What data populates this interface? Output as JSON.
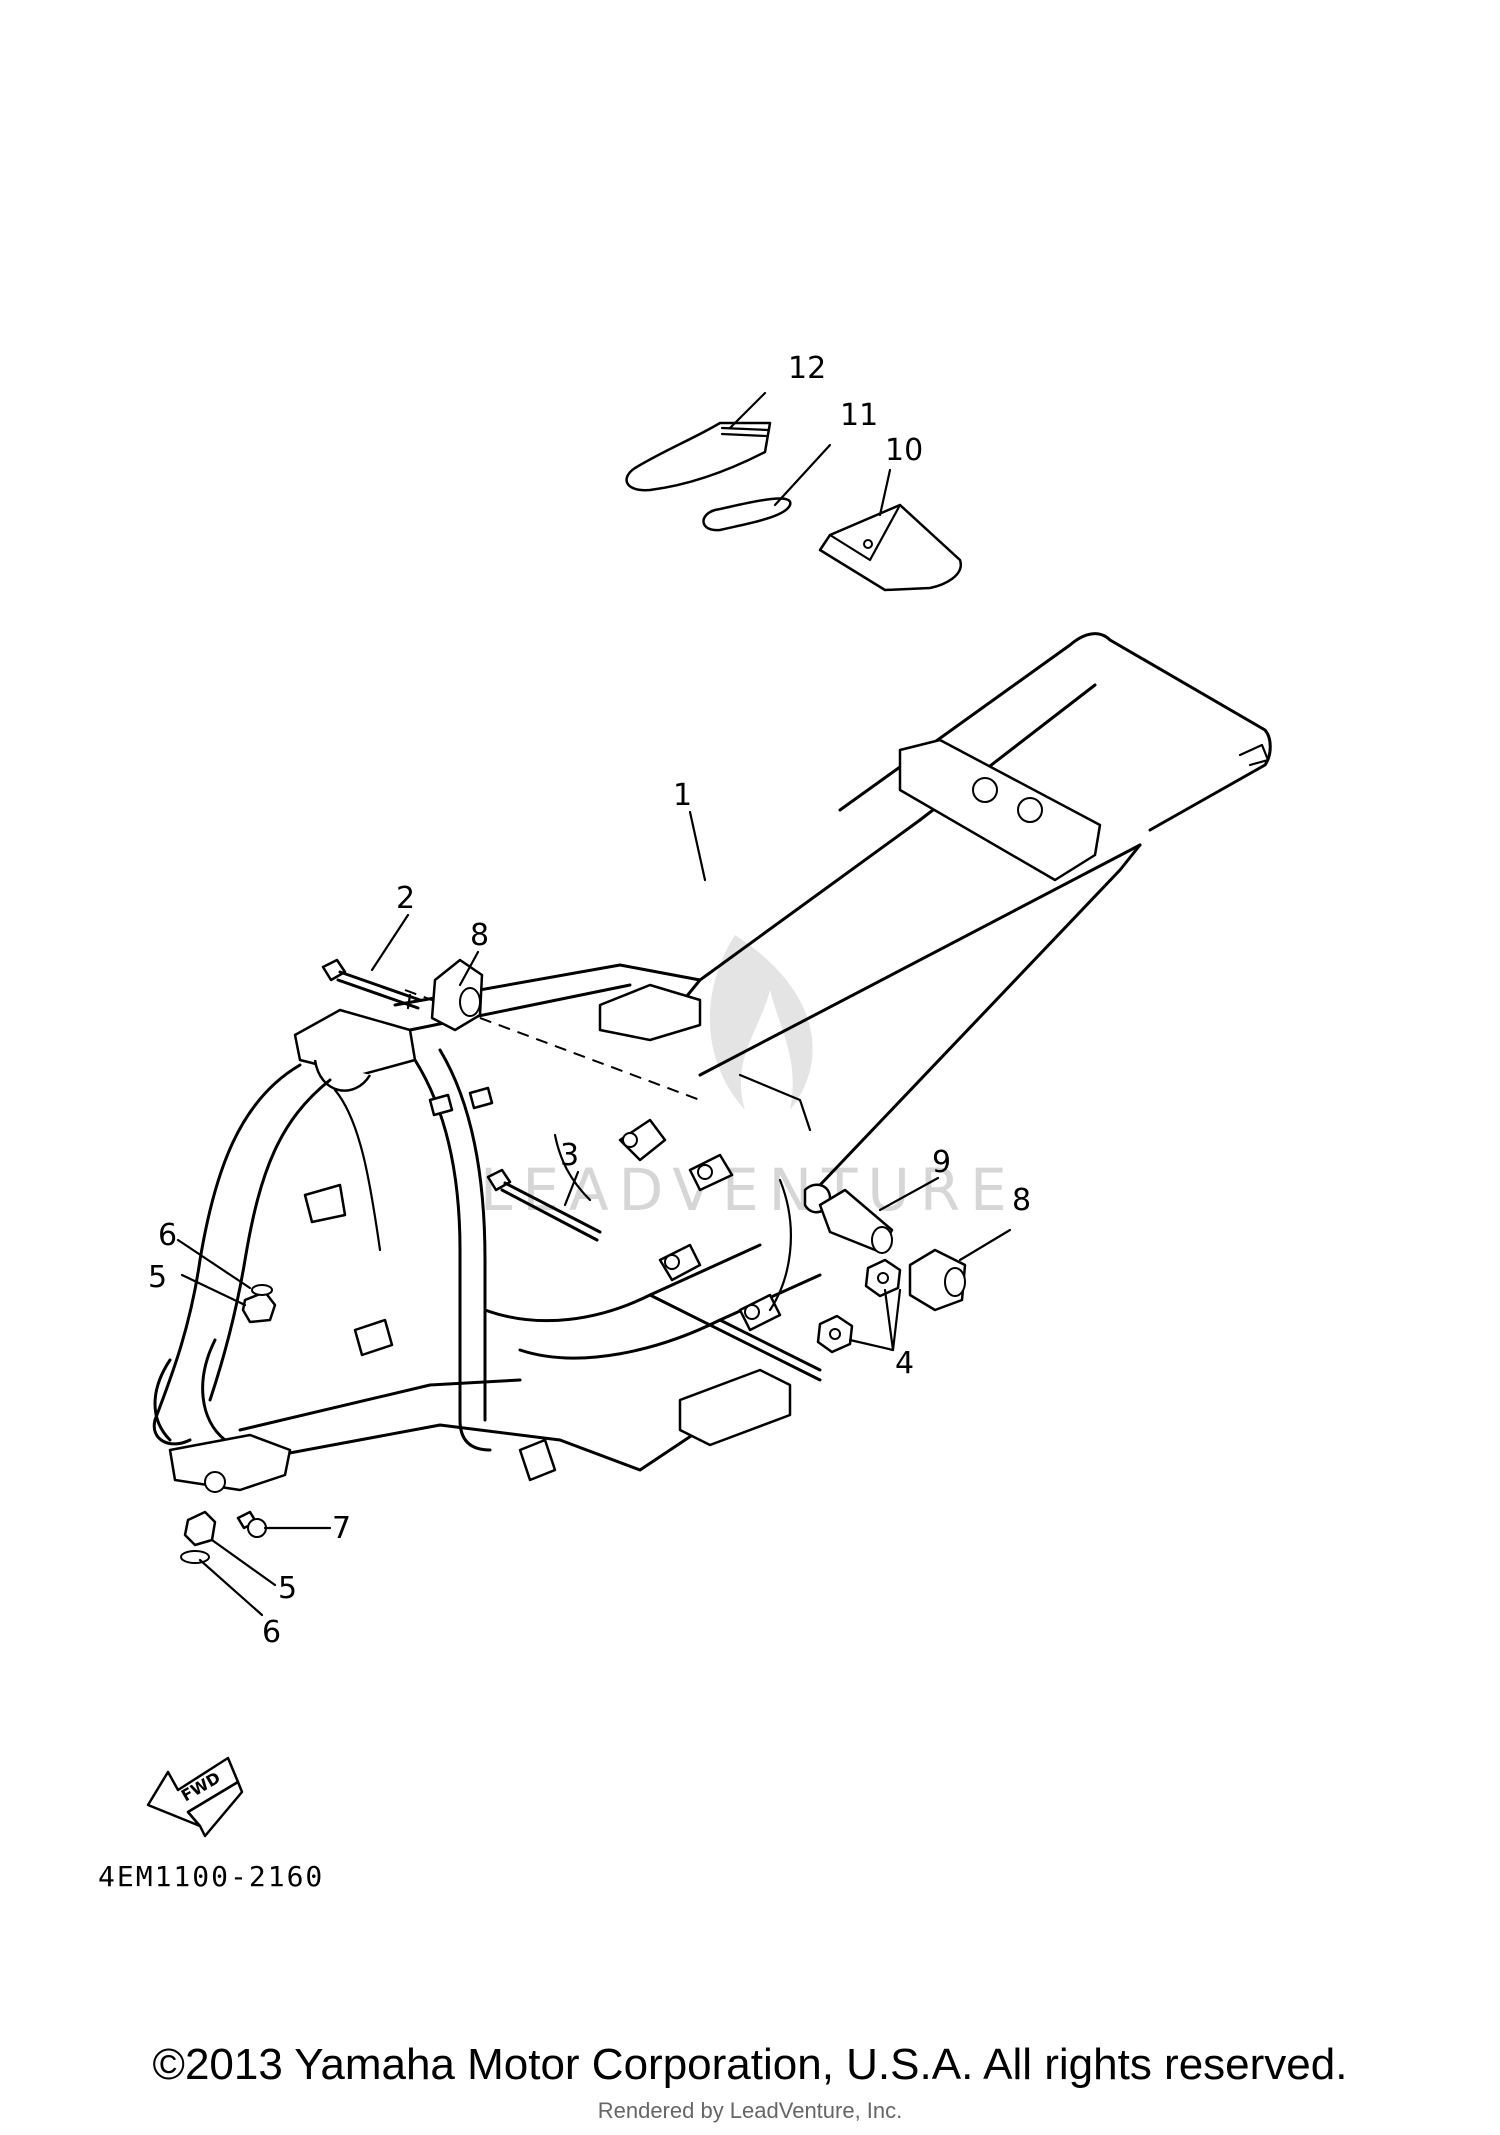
{
  "callouts": [
    {
      "id": "1",
      "text": "1"
    },
    {
      "id": "2",
      "text": "2"
    },
    {
      "id": "3",
      "text": "3"
    },
    {
      "id": "4",
      "text": "4"
    },
    {
      "id": "5a",
      "text": "5"
    },
    {
      "id": "5b",
      "text": "5"
    },
    {
      "id": "6a",
      "text": "6"
    },
    {
      "id": "6b",
      "text": "6"
    },
    {
      "id": "7",
      "text": "7"
    },
    {
      "id": "8a",
      "text": "8"
    },
    {
      "id": "8b",
      "text": "8"
    },
    {
      "id": "9",
      "text": "9"
    },
    {
      "id": "10",
      "text": "10"
    },
    {
      "id": "11",
      "text": "11"
    },
    {
      "id": "12",
      "text": "12"
    }
  ],
  "fwd_label": "FWD",
  "diagram_code": "4EM1100-2160",
  "watermark": "LEADVENTURE",
  "copyright": "©2013 Yamaha Motor Corporation, U.S.A. All rights reserved.",
  "rendered_by": "Rendered by LeadVenture, Inc."
}
